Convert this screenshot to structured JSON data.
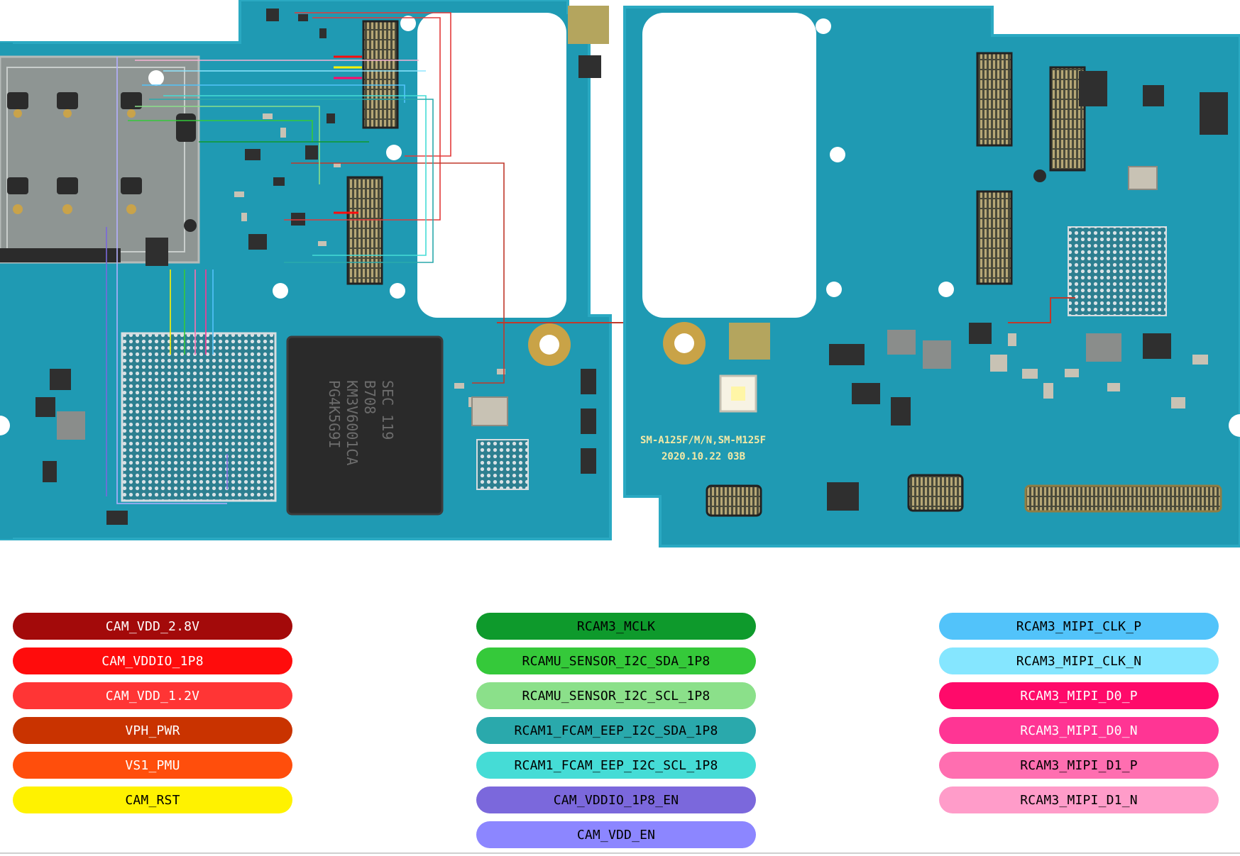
{
  "board": {
    "silk_model": "SM-A125F/M/N,SM-M125F",
    "silk_date": "2020.10.22  03B",
    "emmc_text": [
      "SEC 119",
      "B708",
      "KM3V6001CA",
      "PG4K5G9I"
    ],
    "board_color": "#1f9ab3",
    "board_edge_color": "#2aa9c2"
  },
  "legend": {
    "columns": [
      [
        {
          "label": "CAM_VDD_2.8V",
          "color": "#a30a0a",
          "text_color": "#ffffff"
        },
        {
          "label": "CAM_VDDIO_1P8",
          "color": "#ff0c0c",
          "text_color": "#ffffff"
        },
        {
          "label": "CAM_VDD_1.2V",
          "color": "#ff3535",
          "text_color": "#ffffff"
        },
        {
          "label": "VPH_PWR",
          "color": "#c93300",
          "text_color": "#ffffff"
        },
        {
          "label": "VS1_PMU",
          "color": "#ff4e0c",
          "text_color": "#ffffff"
        },
        {
          "label": "CAM_RST",
          "color": "#fff200",
          "text_color": "#000000"
        }
      ],
      [
        {
          "label": "RCAM3_MCLK",
          "color": "#0e9a2c",
          "text_color": "#000000"
        },
        {
          "label": "RCAMU_SENSOR_I2C_SDA_1P8",
          "color": "#35c93a",
          "text_color": "#000000"
        },
        {
          "label": "RCAMU_SENSOR_I2C_SCL_1P8",
          "color": "#8be08a",
          "text_color": "#000000"
        },
        {
          "label": "RCAM1_FCAM_EEP_I2C_SDA_1P8",
          "color": "#2aa9ac",
          "text_color": "#000000"
        },
        {
          "label": "RCAM1_FCAM_EEP_I2C_SCL_1P8",
          "color": "#45dcd6",
          "text_color": "#000000"
        },
        {
          "label": "CAM_VDDIO_1P8_EN",
          "color": "#7b68dc",
          "text_color": "#000000"
        },
        {
          "label": "CAM_VDD_EN",
          "color": "#8c86ff",
          "text_color": "#000000"
        }
      ],
      [
        {
          "label": "RCAM3_MIPI_CLK_P",
          "color": "#52c3fa",
          "text_color": "#000000"
        },
        {
          "label": "RCAM3_MIPI_CLK_N",
          "color": "#85e6ff",
          "text_color": "#000000"
        },
        {
          "label": "RCAM3_MIPI_D0_P",
          "color": "#ff0a6a",
          "text_color": "#ffffff"
        },
        {
          "label": "RCAM3_MIPI_D0_N",
          "color": "#ff3594",
          "text_color": "#ffffff"
        },
        {
          "label": "RCAM3_MIPI_D1_P",
          "color": "#ff6eb0",
          "text_color": "#000000"
        },
        {
          "label": "RCAM3_MIPI_D1_N",
          "color": "#ff9cc9",
          "text_color": "#000000"
        }
      ]
    ]
  }
}
